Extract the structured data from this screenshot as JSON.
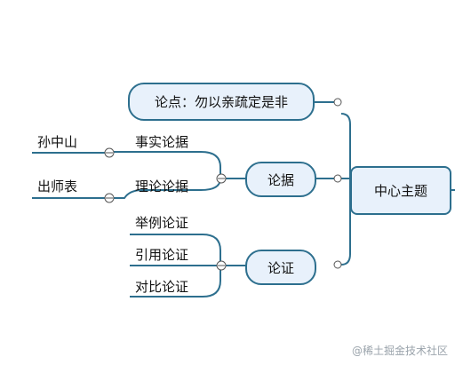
{
  "central": {
    "label": "中心主题"
  },
  "thesis": {
    "label": "论点：勿以亲疏定是非"
  },
  "evidence": {
    "label": "论据",
    "children": [
      {
        "label": "事实论据",
        "note": "孙中山"
      },
      {
        "label": "理论论据",
        "note": "出师表"
      }
    ]
  },
  "argument": {
    "label": "论证",
    "children": [
      {
        "label": "举例论证"
      },
      {
        "label": "引用论证"
      },
      {
        "label": "对比论证"
      }
    ]
  },
  "watermark": "@稀土掘金技术社区",
  "colors": {
    "line": "#2d6f8e",
    "node_fill": "#e8f1fb",
    "node_border": "#2d6f8e"
  }
}
